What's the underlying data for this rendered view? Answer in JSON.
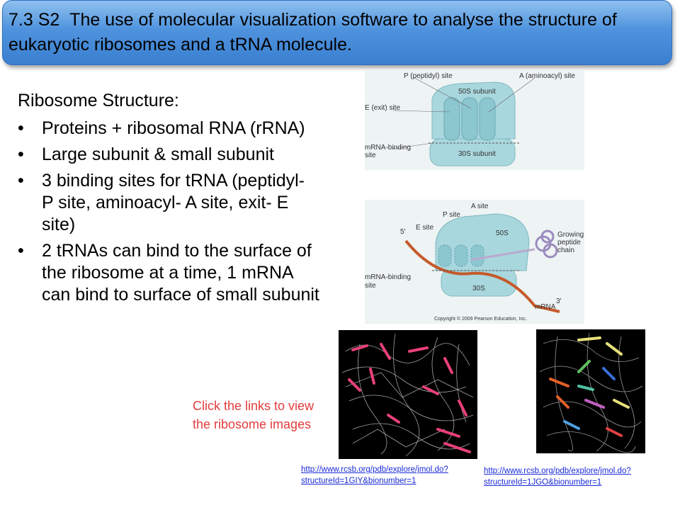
{
  "slide": {
    "title": "7.3 S2  The use of molecular visualization software to analyse the structure of eukaryotic ribosomes and a tRNA molecule.",
    "heading": "Ribosome Structure:",
    "bullets": [
      "Proteins + ribosomal RNA (rRNA)",
      "Large subunit & small subunit",
      "3 binding sites for tRNA (peptidyl- P site, aminoacyl- A site, exit- E site)",
      "2 tRNAs can bind to the surface of the ribosome at a time, 1 mRNA can bind to surface of small subunit"
    ],
    "bullet_glyph": "•",
    "note": "Click the links to view the ribosome images",
    "links": [
      {
        "text": "http://www.rcsb.org/pdb/explore/jmol.do?structureId=1GIY&bionumber=1"
      },
      {
        "text": "http://www.rcsb.org/pdb/explore/jmol.do?structureId=1JGO&bionumber=1"
      }
    ]
  },
  "diagram_top": {
    "labels": {
      "p_site": "P (peptidyl) site",
      "a_site": "A (aminoacyl) site",
      "large_subunit": "50S subunit",
      "e_site": "E (exit) site",
      "mrna_site_1": "mRNA-binding",
      "mrna_site_2": "site",
      "small_subunit": "30S subunit"
    }
  },
  "diagram_bottom": {
    "labels": {
      "a_site": "A site",
      "p_site": "P site",
      "e_site": "E site",
      "five_prime": "5′",
      "large": "50S",
      "growing_1": "Growing",
      "growing_2": "peptide",
      "growing_3": "chain",
      "mrna_site_1": "mRNA-binding",
      "mrna_site_2": "site",
      "small": "30S",
      "three_prime": "3′",
      "mrna": "mRNA",
      "copyright": "Copyright © 2009 Pearson Education, Inc."
    }
  },
  "colors": {
    "banner": "#4f93de",
    "note_text": "#e33c3c",
    "link": "#1a2bd6",
    "ribosome": "#a9d7de",
    "mrna_strand": "#c55a2a"
  }
}
